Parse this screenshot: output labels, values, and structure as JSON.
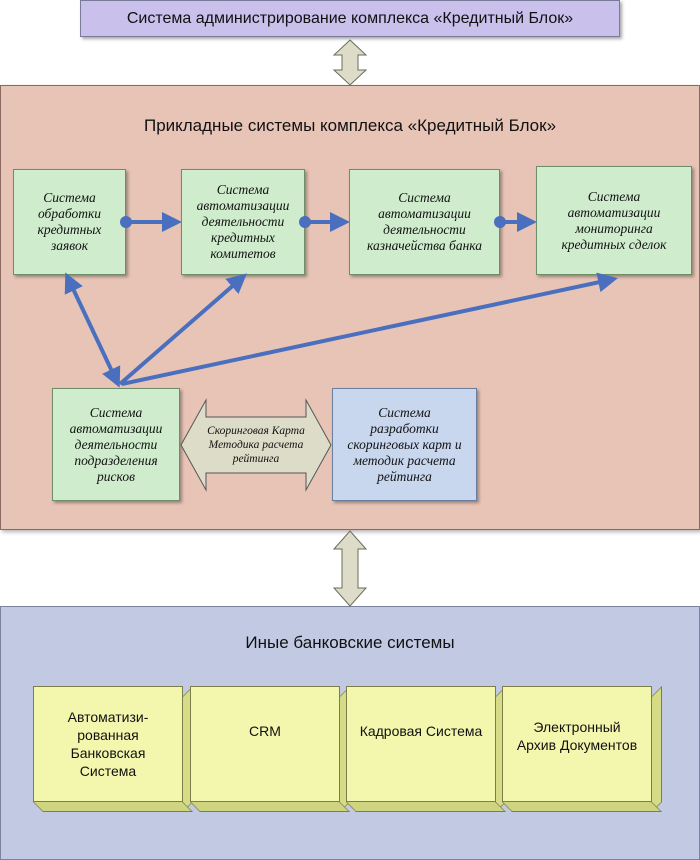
{
  "admin": {
    "title": "Система администрирование комплекса «Кредитный Блок»"
  },
  "apps": {
    "title": "Прикладные системы комплекса «Кредитный Блок»",
    "box1": [
      "Система",
      "обработки",
      "кредитных",
      "заявок"
    ],
    "box2": [
      "Система",
      "автоматизации",
      "деятельности",
      "кредитных",
      "комитетов"
    ],
    "box3": [
      "Система",
      "автоматизации",
      "деятельности",
      "казначейства банка"
    ],
    "box4": [
      "Система",
      "автоматизации",
      "мониторинга",
      "кредитных сделок"
    ],
    "box5": [
      "Система",
      "автоматизации",
      "деятельности",
      "подразделения",
      "рисков"
    ],
    "box6": [
      "Система",
      "разработки",
      "скоринговых карт и",
      "методик расчета",
      "рейтинга"
    ],
    "scoring": [
      "Скоринговая Карта",
      "Методика расчета",
      "рейтинга"
    ]
  },
  "other": {
    "title": "Иные банковские системы",
    "cube1": [
      "Автоматизи-",
      "рованная",
      "Банковская",
      "Система"
    ],
    "cube2": [
      "CRM"
    ],
    "cube3": [
      "Кадровая Система"
    ],
    "cube4": [
      "Электронный",
      "Архив Документов"
    ]
  },
  "colors": {
    "arrow": "#4a6fbf",
    "connector_fill": "#dcdcc8"
  }
}
